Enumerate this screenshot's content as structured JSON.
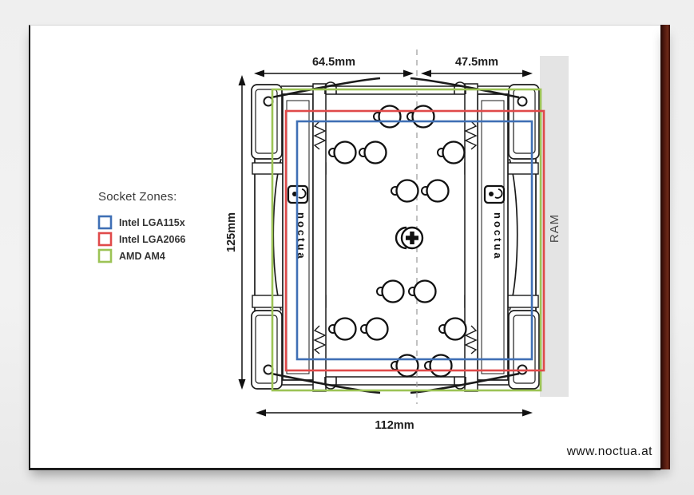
{
  "window": {
    "website": "www.noctua.at"
  },
  "legend": {
    "title": "Socket Zones:",
    "items": [
      {
        "label": "Intel LGA115x",
        "color": "#3f6fb5"
      },
      {
        "label": "Intel LGA2066",
        "color": "#e04a4a"
      },
      {
        "label": "AMD AM4",
        "color": "#9cc355"
      }
    ]
  },
  "dimensions": {
    "top_left": "64.5mm",
    "top_right": "47.5mm",
    "height": "125mm",
    "width": "112mm"
  },
  "labels": {
    "ram": "RAM",
    "brand": "noctua"
  }
}
